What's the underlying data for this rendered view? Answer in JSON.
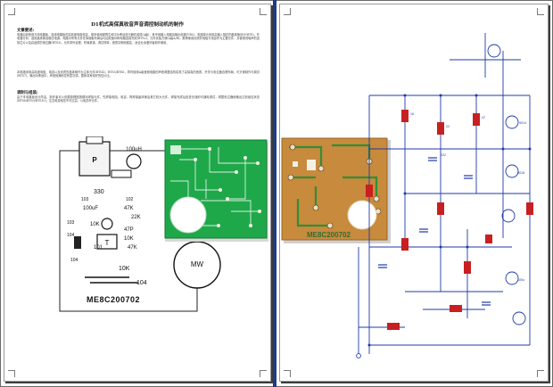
{
  "document": {
    "title": "D1机式高保真收音声音调控制动机的制作",
    "section_heading_1": "文章要述:",
    "section_heading_2": "调制与组装:",
    "paragraph_1": "电路由收音用万用电路板、选用电路板的高精度电阻电容、基本使用超再生和中功率运放元器件组成(A级)，其专用输入电路及输出电路(VBL)，电路单元采用高输入阻抗的晶体管设计(BTS)，在电路分析、选用晶体管及稳压电源。电路中所有元件在单面板布局后均由双面印刷电路连接完成(BTS2)，元件安装方便(A级A/B)。推荐使用优质的电阻与电容作为主要元件，并使用低噪声的运放芯片以及高品质的电位器(BTS3)。元件排列合理，布局紧凑，调试简单，音质清晰而稳定，适合业余爱好者制作使用。",
    "paragraph_2": "本电路采用高精度电阻、电容以及优质的晶体管作为主体元件(BTS4)，BTS5/BTS6，同时使用A级音频电路的声音调整结构实现了高保真的音质，开关与电位器合理布局，可方便制作与调试(BTS7)。输出功率适中，声音饱满而富有层次感，整体具有较好的性价比。",
    "paragraph_3": "由于本电路板设计简洁，制作者可以依据原理图按顺序焊接元件，先焊接电阻、电容，再焊接晶体管及其它较大元件。焊接完成后检查无误即可通电调试，调整电位器使输出达到最佳状态(BTS8/BTS9/BTS10)。注意电源电压不可过高，以免损坏元件。"
  },
  "pcb": {
    "board_id": "ME8C200702",
    "labels": {
      "p": "P",
      "inductor": "100uH",
      "r330": "330",
      "r47k": "47K",
      "r22k": "22K",
      "c103a": "103",
      "c103b": "103",
      "c100uf": "100uF",
      "c104a": "104",
      "c104b": "104",
      "c102": "102",
      "r10k": "10K",
      "r10ka": "10K",
      "r10kb": "10K",
      "c47pf": "47P",
      "c101": "101",
      "r47ka": "47K",
      "r104": "104",
      "transformer": "T",
      "mw": "MW",
      "c100u": "100u",
      "r22": "22",
      "r47": "47",
      "q9014": "9014",
      "q9018": "9018",
      "r1k": "1K",
      "c222": "222"
    }
  },
  "colors": {
    "page_gap": "#1f3b86",
    "pcb_green": "#1fa84a",
    "pcb_brown": "#c88a3c",
    "schematic_wire": "#1f3aa8",
    "schematic_component": "#c82020"
  }
}
